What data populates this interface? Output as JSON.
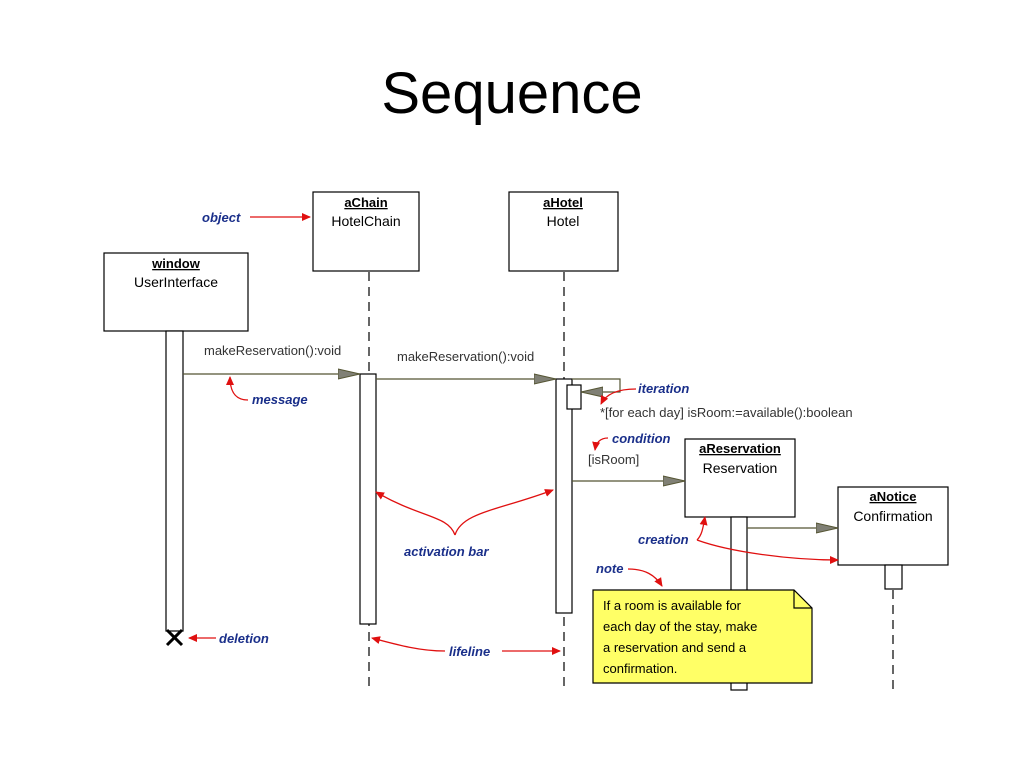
{
  "title": "Sequence",
  "objects": {
    "window": {
      "name": "window",
      "class": "UserInterface"
    },
    "achain": {
      "name": "aChain",
      "class": "HotelChain"
    },
    "ahotel": {
      "name": "aHotel",
      "class": "Hotel"
    },
    "areservation": {
      "name": "aReservation",
      "class": "Reservation"
    },
    "anotice": {
      "name": "aNotice",
      "class": "Confirmation"
    }
  },
  "messages": {
    "m1": "makeReservation():void",
    "m2": "makeReservation():void",
    "iteration_msg": "*[for each day] isRoom:=available():boolean",
    "condition_msg": "[isRoom]"
  },
  "annotations": {
    "object": "object",
    "message": "message",
    "iteration": "iteration",
    "condition": "condition",
    "activation_bar": "activation bar",
    "creation": "creation",
    "note": "note",
    "deletion": "deletion",
    "lifeline": "lifeline"
  },
  "note_lines": [
    "If a room is available for",
    "each day of the stay, make",
    "a reservation and send a",
    "confirmation."
  ],
  "colors": {
    "annotation_text": "#1a2f8a",
    "annotation_arrow": "#e01010",
    "note_fill": "#ffff66",
    "message_line": "#555533"
  }
}
